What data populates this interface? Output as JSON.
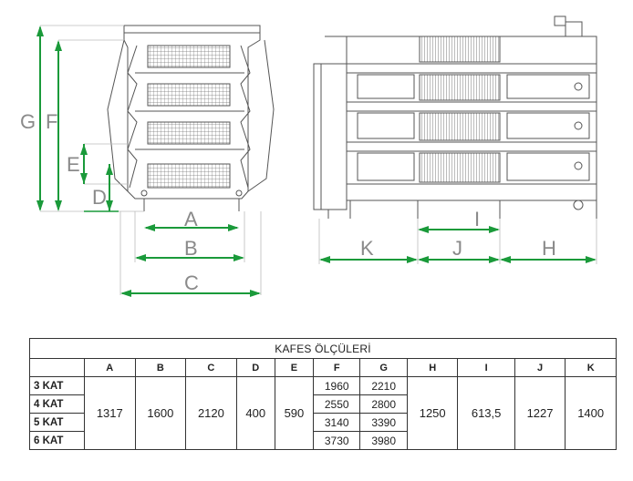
{
  "drawing_labels": {
    "front": {
      "A": "A",
      "B": "B",
      "C": "C",
      "D": "D",
      "E": "E",
      "F": "F",
      "G": "G"
    },
    "side": {
      "H": "H",
      "I": "I",
      "J": "J",
      "K": "K"
    }
  },
  "colors": {
    "dimension_arrow": "#1a9a3a",
    "drawing_line": "#555555",
    "label": "#8a8a8a"
  },
  "table": {
    "title": "KAFES ÖLÇÜLERİ",
    "headers": [
      "A",
      "B",
      "C",
      "D",
      "E",
      "F",
      "G",
      "H",
      "I",
      "J",
      "K"
    ],
    "row_labels": [
      "3 KAT",
      "4 KAT",
      "5 KAT",
      "6 KAT"
    ],
    "shared": {
      "A": "1317",
      "B": "1600",
      "C": "2120",
      "D": "400",
      "E": "590",
      "H": "1250",
      "I": "613,5",
      "J": "1227",
      "K": "1400"
    },
    "F": [
      "1960",
      "2550",
      "3140",
      "3730"
    ],
    "G": [
      "2210",
      "2800",
      "3390",
      "3980"
    ]
  }
}
